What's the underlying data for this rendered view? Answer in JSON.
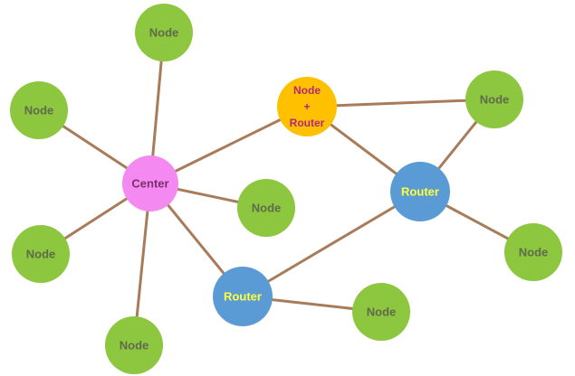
{
  "diagram": {
    "colors": {
      "edge": "#A87C5A",
      "node": "#8DC63F",
      "center": "#F589F2",
      "router": "#5B9BD5",
      "hybrid": "#FFC000",
      "node_text": "#5F6B4A",
      "center_text": "#7A2E6A",
      "router_text": "#FFFF3C",
      "hybrid_text": "#B4287A"
    },
    "nodes": [
      {
        "id": "center",
        "kind": "center",
        "lines": [
          "Center"
        ]
      },
      {
        "id": "node-top",
        "kind": "node",
        "lines": [
          "Node"
        ]
      },
      {
        "id": "node-upper-left",
        "kind": "node",
        "lines": [
          "Node"
        ]
      },
      {
        "id": "node-lower-left",
        "kind": "node",
        "lines": [
          "Node"
        ]
      },
      {
        "id": "node-bottom-left",
        "kind": "node",
        "lines": [
          "Node"
        ]
      },
      {
        "id": "node-near-center",
        "kind": "node",
        "lines": [
          "Node"
        ]
      },
      {
        "id": "node-router",
        "kind": "hybrid",
        "lines": [
          "Node",
          "+",
          "Router"
        ]
      },
      {
        "id": "node-top-right",
        "kind": "node",
        "lines": [
          "Node"
        ]
      },
      {
        "id": "router-right",
        "kind": "router",
        "lines": [
          "Router"
        ]
      },
      {
        "id": "node-right",
        "kind": "node",
        "lines": [
          "Node"
        ]
      },
      {
        "id": "router-bottom",
        "kind": "router",
        "lines": [
          "Router"
        ]
      },
      {
        "id": "node-bottom-middle",
        "kind": "node",
        "lines": [
          "Node"
        ]
      }
    ],
    "edges": [
      [
        "center",
        "node-top"
      ],
      [
        "center",
        "node-upper-left"
      ],
      [
        "center",
        "node-lower-left"
      ],
      [
        "center",
        "node-bottom-left"
      ],
      [
        "center",
        "node-near-center"
      ],
      [
        "center",
        "router-bottom"
      ],
      [
        "center",
        "node-router"
      ],
      [
        "node-router",
        "node-top-right"
      ],
      [
        "node-router",
        "router-right"
      ],
      [
        "node-top-right",
        "router-right"
      ],
      [
        "router-right",
        "node-right"
      ],
      [
        "router-right",
        "router-bottom"
      ],
      [
        "router-bottom",
        "node-bottom-middle"
      ]
    ]
  }
}
